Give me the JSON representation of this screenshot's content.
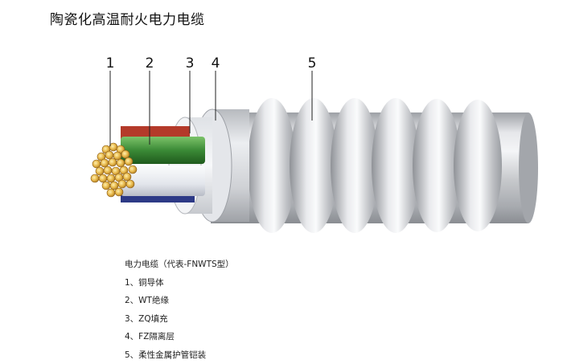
{
  "title": "陶瓷化高温耐火电力电缆",
  "callouts": [
    "1",
    "2",
    "3",
    "4",
    "5"
  ],
  "legend": {
    "heading": "电力电缆（代表-FNWTS型）",
    "items": [
      "1、铜导体",
      "2、WT绝缘",
      "3、ZQ填充",
      "4、FZ隔离层",
      "5、柔性金属护管铠装"
    ]
  },
  "colors": {
    "armor": "#c4c6c9",
    "armor_highlight": "#f1f2f4",
    "armor_shadow": "#8e9196",
    "copper": "#e0b24a",
    "insulation_green": "#3b8a36",
    "insulation_red": "#b43a2a",
    "insulation_blue": "#2d3a86",
    "insulation_white": "#e9ecf2"
  }
}
